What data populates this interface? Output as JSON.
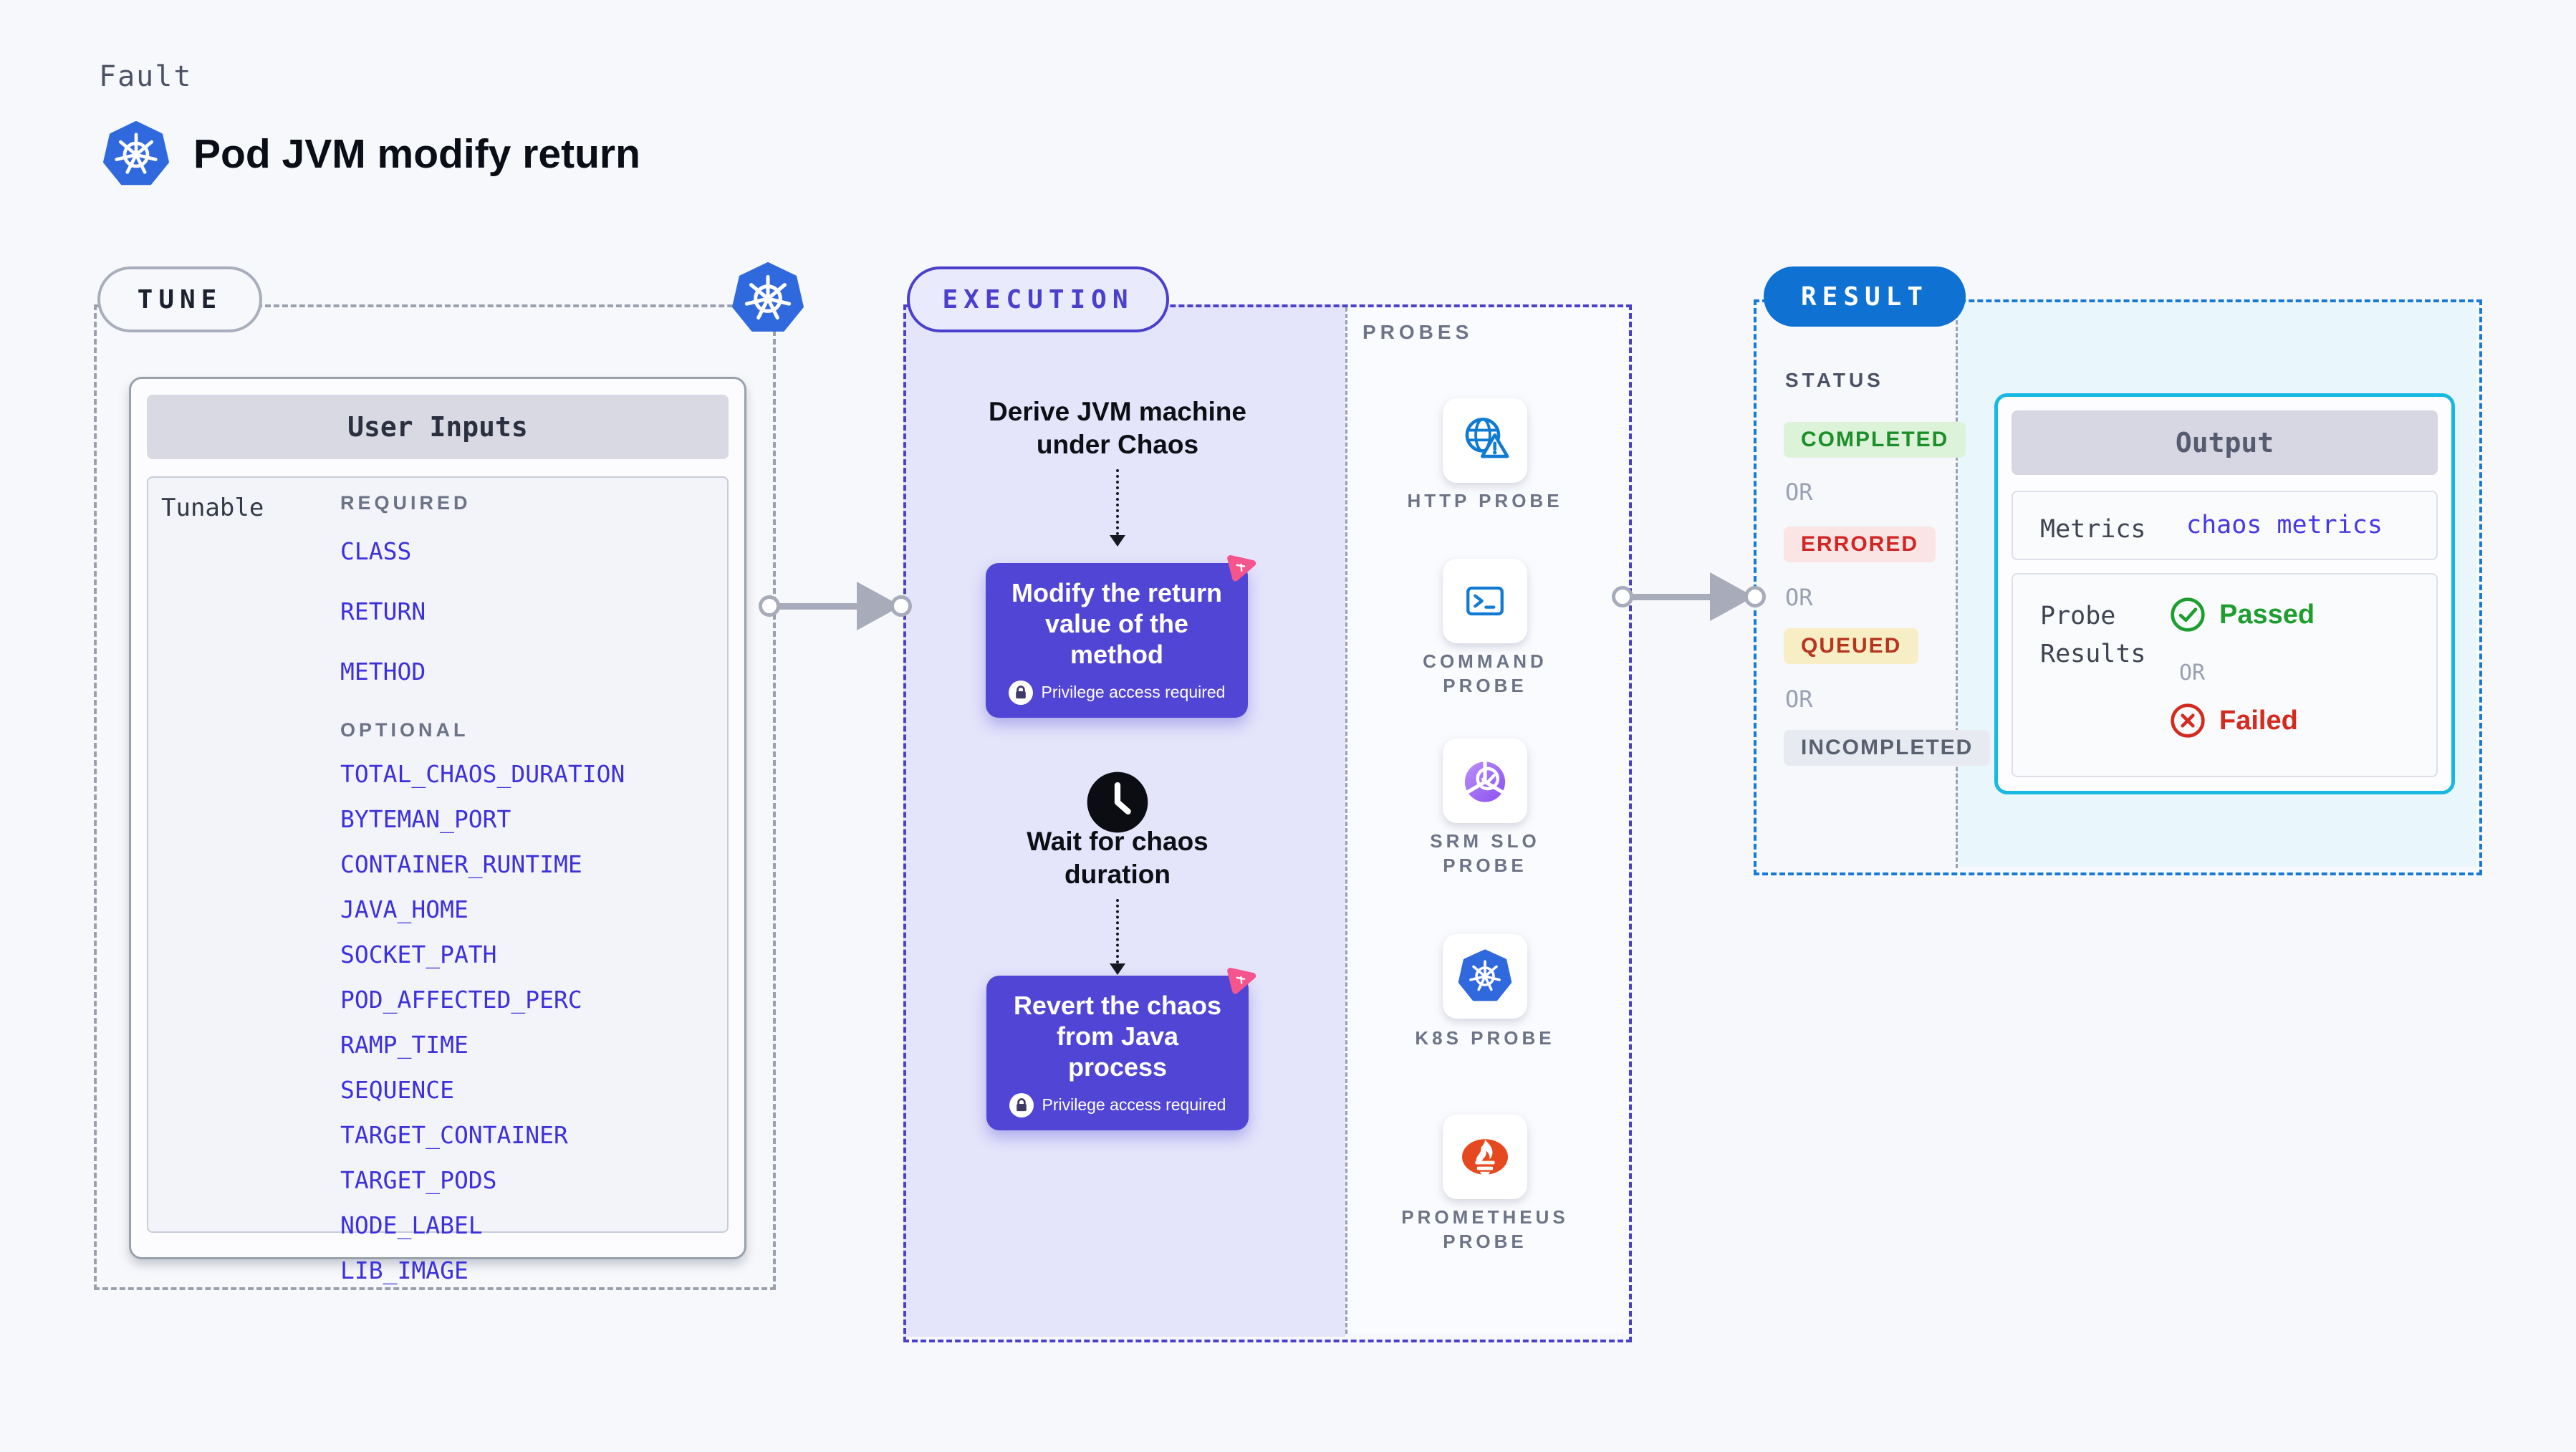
{
  "page": {
    "kicker": "Fault",
    "title": "Pod JVM modify return"
  },
  "tune": {
    "badge": "TUNE",
    "panel_title": "User Inputs",
    "group_label": "Tunable",
    "required_label": "REQUIRED",
    "optional_label": "OPTIONAL",
    "required_items": [
      "CLASS",
      "RETURN",
      "METHOD"
    ],
    "optional_items": [
      "TOTAL_CHAOS_DURATION",
      "BYTEMAN_PORT",
      "CONTAINER_RUNTIME",
      "JAVA_HOME",
      "SOCKET_PATH",
      "POD_AFFECTED_PERC",
      "RAMP_TIME",
      "SEQUENCE",
      "TARGET_CONTAINER",
      "TARGET_PODS",
      "NODE_LABEL",
      "LIB_IMAGE"
    ]
  },
  "execution": {
    "badge": "EXECUTION",
    "step_derive": "Derive JVM machine under Chaos",
    "step_modify": "Modify the return value of the method",
    "step_wait": "Wait for chaos duration",
    "step_revert": "Revert the chaos from Java process",
    "privilege_note": "Privilege access required"
  },
  "probes": {
    "label": "PROBES",
    "items": [
      {
        "label": "HTTP PROBE",
        "icon": "globe-alert-icon"
      },
      {
        "label": "COMMAND PROBE",
        "icon": "terminal-icon"
      },
      {
        "label": "SRM SLO PROBE",
        "icon": "slo-gauge-icon"
      },
      {
        "label": "K8S PROBE",
        "icon": "kubernetes-icon"
      },
      {
        "label": "PROMETHEUS PROBE",
        "icon": "prometheus-icon"
      }
    ]
  },
  "result": {
    "badge": "RESULT",
    "status_label": "STATUS",
    "or_label": "OR",
    "statuses": [
      {
        "label": "COMPLETED",
        "text_color": "#1e8e2a",
        "bg_color": "#dcf3d9"
      },
      {
        "label": "ERRORED",
        "text_color": "#d02724",
        "bg_color": "#fae4e4"
      },
      {
        "label": "QUEUED",
        "text_color": "#b5351f",
        "bg_color": "#f8eec6"
      },
      {
        "label": "INCOMPLETED",
        "text_color": "#596070",
        "bg_color": "#e8eaf2"
      }
    ],
    "output": {
      "title": "Output",
      "metrics_label": "Metrics",
      "metrics_value": "chaos metrics",
      "probe_results_label": "Probe Results",
      "passed_label": "Passed",
      "failed_label": "Failed",
      "or_label": "OR"
    }
  },
  "colors": {
    "background": "#f7f8fb",
    "accent_indigo": "#4b40cc",
    "flow_card_indigo": "#5145d6",
    "chaos_pink": "#f5548c",
    "result_blue": "#0f72d3",
    "output_border_cyan": "#17b8e1",
    "tunable_link_blue": "#3d31dc",
    "kubernetes_blue": "#3069de",
    "probe_icon_blue": "#117bd4",
    "prometheus_orange": "#e6491f",
    "passed_green": "#1f9e30",
    "failed_red": "#d42a20",
    "connector_gray": "#a8abba"
  }
}
